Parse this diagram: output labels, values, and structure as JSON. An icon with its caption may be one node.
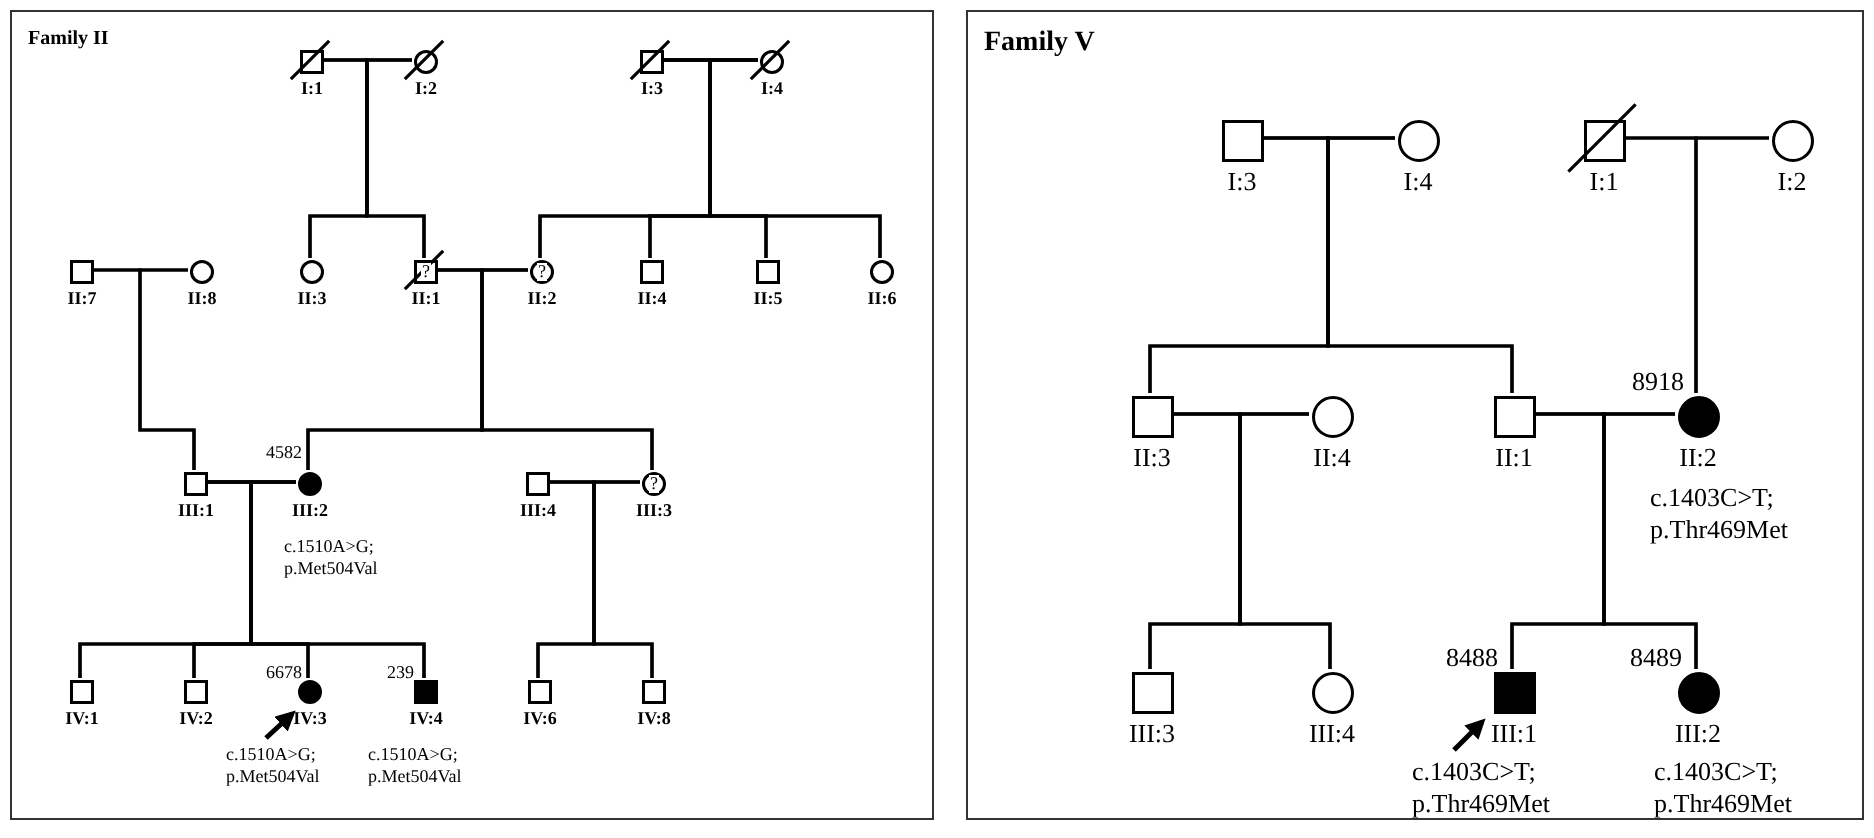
{
  "diagram": {
    "nodes": [
      {
        "text": [
          "Family II"
        ]
      },
      {
        "text": [],
        "shape": "box",
        "beside": [
          "I:1"
        ],
        "in": 0
      },
      {
        "text": [],
        "shape": "circle",
        "beside": [
          "I:2"
        ],
        "in": 0
      },
      {
        "text": [],
        "shape": "box",
        "beside": [
          "I:3"
        ],
        "in": 0
      },
      {
        "text": [],
        "shape": "circle",
        "beside": [
          "I:4"
        ],
        "in": 0
      },
      {
        "text": [],
        "shape": "box",
        "beside": [
          "II:7"
        ],
        "in": 0
      },
      {
        "text": [],
        "shape": "circle",
        "beside": [
          "II:8"
        ],
        "in": 0
      },
      {
        "text": [],
        "shape": "circle",
        "beside": [
          "II:3"
        ],
        "in": 0
      },
      {
        "text": [
          "?"
        ],
        "beside": [
          "II:1"
        ],
        "in": 0
      },
      {
        "text": [
          "?"
        ],
        "beside": [
          "II:2"
        ],
        "in": 0
      },
      {
        "text": [],
        "shape": "box",
        "beside": [
          "II:4"
        ],
        "in": 0
      },
      {
        "text": [],
        "shape": "box",
        "beside": [
          "II:5"
        ],
        "in": 0
      },
      {
        "text": [],
        "shape": "circle",
        "beside": [
          "II:6"
        ],
        "in": 0
      },
      {
        "text": [],
        "shape": "box",
        "beside": [
          "III:1"
        ],
        "in": 0
      },
      {
        "text": [],
        "shape": "circle",
        "beside": [
          "III:2",
          "4582",
          "c.1510A>G; p.Met504Val"
        ],
        "in": 0
      },
      {
        "text": [],
        "shape": "box",
        "beside": [
          "III:4"
        ],
        "in": 0
      },
      {
        "text": [
          "?"
        ],
        "beside": [
          "III:3"
        ],
        "in": 0
      },
      {
        "text": [],
        "shape": "box",
        "beside": [
          "IV:1"
        ],
        "in": 0
      },
      {
        "text": [],
        "shape": "box",
        "beside": [
          "IV:2"
        ],
        "in": 0
      },
      {
        "text": [],
        "shape": "circle",
        "beside": [
          "IV:3",
          "6678",
          "c.1510A>G; p.Met504Val"
        ],
        "in": 0
      },
      {
        "text": [],
        "shape": "box",
        "beside": [
          "IV:4",
          "239",
          "c.1510A>G; p.Met504Val"
        ],
        "in": 0
      },
      {
        "text": [],
        "shape": "box",
        "beside": [
          "IV:6"
        ],
        "in": 0
      },
      {
        "text": [],
        "shape": "box",
        "beside": [
          "IV:8"
        ],
        "in": 0
      },
      {
        "text": [
          "Family V"
        ]
      },
      {
        "text": [],
        "shape": "box",
        "beside": [
          "I:3"
        ],
        "in": 23
      },
      {
        "text": [],
        "shape": "circle",
        "beside": [
          "I:4"
        ],
        "in": 23
      },
      {
        "text": [],
        "shape": "box",
        "beside": [
          "I:1"
        ],
        "in": 23
      },
      {
        "text": [],
        "shape": "circle",
        "beside": [
          "I:2"
        ],
        "in": 23
      },
      {
        "text": [],
        "shape": "box",
        "beside": [
          "II:3"
        ],
        "in": 23
      },
      {
        "text": [],
        "shape": "circle",
        "beside": [
          "II:4"
        ],
        "in": 23
      },
      {
        "text": [],
        "shape": "box",
        "beside": [
          "II:1"
        ],
        "in": 23
      },
      {
        "text": [],
        "shape": "circle",
        "beside": [
          "II:2",
          "8918",
          "c.1403C>T; p.Thr469Met"
        ],
        "in": 23
      },
      {
        "text": [],
        "shape": "box",
        "beside": [
          "III:3"
        ],
        "in": 23
      },
      {
        "text": [],
        "shape": "circle",
        "beside": [
          "III:4"
        ],
        "in": 23
      },
      {
        "text": [],
        "shape": "box",
        "beside": [
          "III:1",
          "8488",
          "c.1403C>T; p.Thr469Met"
        ],
        "in": 23
      },
      {
        "text": [],
        "shape": "circle",
        "beside": [
          "III:2",
          "8489",
          "c.1403C>T; p.Thr469Met"
        ],
        "in": 23
      }
    ],
    "edges": [
      {
        "from": 1,
        "to": 2,
        "arrow": "none"
      },
      {
        "from": 3,
        "to": 4,
        "arrow": "none"
      },
      {
        "from": 5,
        "to": 6,
        "arrow": "none"
      },
      {
        "from": 8,
        "to": 9,
        "arrow": "none"
      },
      {
        "from": 13,
        "to": 14,
        "arrow": "none"
      },
      {
        "from": 15,
        "to": 16,
        "arrow": "none"
      },
      {
        "from": 24,
        "to": 25,
        "arrow": "none"
      },
      {
        "from": 26,
        "to": 27,
        "arrow": "none"
      },
      {
        "from": 28,
        "to": 29,
        "arrow": "none"
      },
      {
        "from": 30,
        "to": 31,
        "arrow": "none"
      },
      {
        "from": 1,
        "to": 7,
        "arrow": "none"
      },
      {
        "from": 2,
        "to": 7,
        "arrow": "none"
      },
      {
        "from": 1,
        "to": 8,
        "arrow": "none"
      },
      {
        "from": 2,
        "to": 8,
        "arrow": "none"
      },
      {
        "from": 3,
        "to": 9,
        "arrow": "none"
      },
      {
        "from": 4,
        "to": 9,
        "arrow": "none"
      },
      {
        "from": 3,
        "to": 10,
        "arrow": "none"
      },
      {
        "from": 4,
        "to": 10,
        "arrow": "none"
      },
      {
        "from": 3,
        "to": 11,
        "arrow": "none"
      },
      {
        "from": 4,
        "to": 11,
        "arrow": "none"
      },
      {
        "from": 3,
        "to": 12,
        "arrow": "none"
      },
      {
        "from": 4,
        "to": 12,
        "arrow": "none"
      },
      {
        "from": 5,
        "to": 13,
        "arrow": "none"
      },
      {
        "from": 6,
        "to": 13,
        "arrow": "none"
      },
      {
        "from": 8,
        "to": 14,
        "arrow": "none"
      },
      {
        "from": 9,
        "to": 14,
        "arrow": "none"
      },
      {
        "from": 8,
        "to": 16,
        "arrow": "none"
      },
      {
        "from": 9,
        "to": 16,
        "arrow": "none"
      },
      {
        "from": 13,
        "to": 17,
        "arrow": "none"
      },
      {
        "from": 14,
        "to": 17,
        "arrow": "none"
      },
      {
        "from": 13,
        "to": 18,
        "arrow": "none"
      },
      {
        "from": 14,
        "to": 18,
        "arrow": "none"
      },
      {
        "from": 13,
        "to": 19,
        "arrow": "none"
      },
      {
        "from": 14,
        "to": 19,
        "arrow": "none"
      },
      {
        "from": 13,
        "to": 20,
        "arrow": "none"
      },
      {
        "from": 14,
        "to": 20,
        "arrow": "none"
      },
      {
        "from": 15,
        "to": 21,
        "arrow": "none"
      },
      {
        "from": 16,
        "to": 21,
        "arrow": "none"
      },
      {
        "from": 15,
        "to": 22,
        "arrow": "none"
      },
      {
        "from": 16,
        "to": 22,
        "arrow": "none"
      },
      {
        "from": 24,
        "to": 28,
        "arrow": "none"
      },
      {
        "from": 25,
        "to": 28,
        "arrow": "none"
      },
      {
        "from": 24,
        "to": 30,
        "arrow": "none"
      },
      {
        "from": 25,
        "to": 30,
        "arrow": "none"
      },
      {
        "from": 26,
        "to": 31,
        "arrow": "none"
      },
      {
        "from": 27,
        "to": 31,
        "arrow": "none"
      },
      {
        "from": 28,
        "to": 32,
        "arrow": "none"
      },
      {
        "from": 29,
        "to": 32,
        "arrow": "none"
      },
      {
        "from": 28,
        "to": 33,
        "arrow": "none"
      },
      {
        "from": 29,
        "to": 33,
        "arrow": "none"
      },
      {
        "from": 30,
        "to": 34,
        "arrow": "none"
      },
      {
        "from": 31,
        "to": 34,
        "arrow": "none"
      },
      {
        "from": 30,
        "to": 35,
        "arrow": "none"
      },
      {
        "from": 31,
        "to": 35,
        "arrow": "none"
      },
      {
        "from": null,
        "to": 19,
        "arrow": "to"
      },
      {
        "from": null,
        "to": 34,
        "arrow": "to"
      }
    ]
  }
}
